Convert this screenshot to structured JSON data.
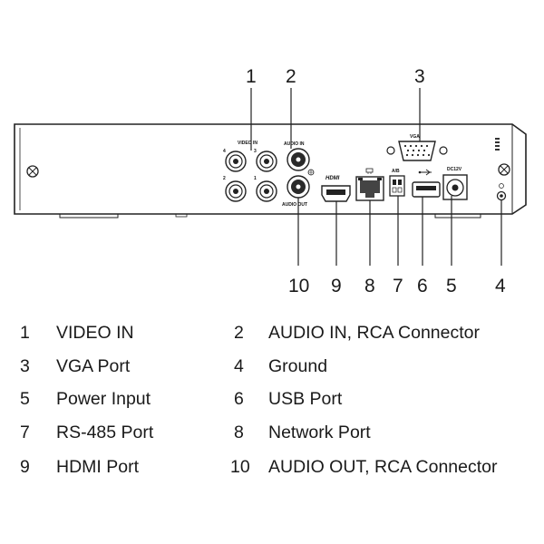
{
  "callout_numbers": {
    "video_in": "1",
    "audio_in": "2",
    "vga": "3",
    "ground": "4",
    "power": "5",
    "usb": "6",
    "rs485": "7",
    "network": "8",
    "hdmi": "9",
    "audio_out": "10"
  },
  "panel_labels": {
    "video_in": "VIDEO IN",
    "audio_in": "AUDIO IN",
    "audio_out": "AUDIO OUT",
    "vga": "VGA",
    "hdmi": "HDMI",
    "ab": "A/B",
    "dc": "DC12V",
    "ch1": "1",
    "ch2": "2",
    "ch3": "3",
    "ch4": "4"
  },
  "legend": [
    {
      "num": "1",
      "label": "VIDEO IN"
    },
    {
      "num": "2",
      "label": "AUDIO IN, RCA Connector"
    },
    {
      "num": "3",
      "label": "VGA Port"
    },
    {
      "num": "4",
      "label": "Ground"
    },
    {
      "num": "5",
      "label": "Power Input"
    },
    {
      "num": "6",
      "label": "USB Port"
    },
    {
      "num": "7",
      "label": "RS-485 Port"
    },
    {
      "num": "8",
      "label": "Network Port"
    },
    {
      "num": "9",
      "label": "HDMI Port"
    },
    {
      "num": "10",
      "label": "AUDIO OUT, RCA Connector"
    }
  ]
}
